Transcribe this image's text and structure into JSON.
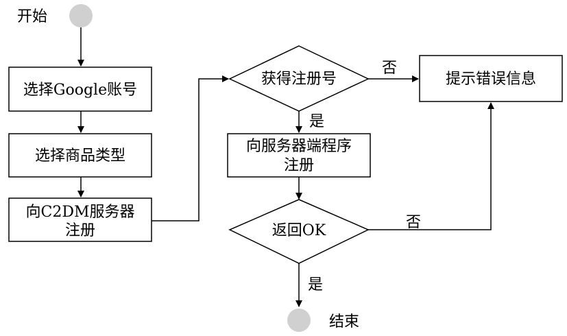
{
  "start_label": "开始",
  "end_label": "结束",
  "steps": {
    "select_account": "选择Google账号",
    "select_product": "选择商品类型",
    "register_c2dm_line1": "向C2DM服务器",
    "register_c2dm_line2": "注册",
    "register_server_line1": "向服务器端程序",
    "register_server_line2": "注册",
    "show_error": "提示错误信息"
  },
  "decisions": {
    "got_registration_id": "获得注册号",
    "returned_ok": "返回OK"
  },
  "branch_labels": {
    "no_top": "否",
    "yes_top": "是",
    "no_bottom": "否",
    "yes_bottom": "是"
  }
}
